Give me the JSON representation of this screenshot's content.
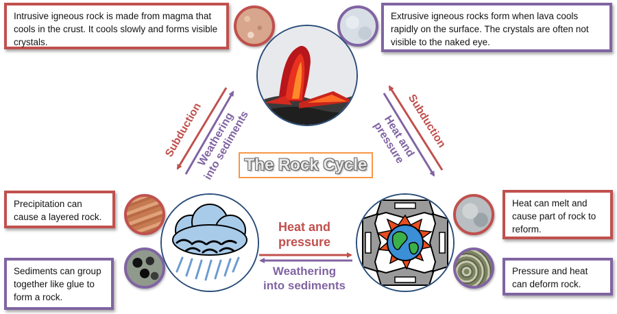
{
  "title": "The Rock Cycle",
  "boxes": {
    "intrusive": "Intrusive igneous rock is made from magma that cools in the crust. It cools slowly and forms visible crystals.",
    "extrusive": "Extrusive igneous rocks form when lava cools rapidly on the surface. The crystals are often not visible to the naked eye.",
    "precipitation": "Precipitation can cause a layered rock.",
    "sediments": "Sediments can group together like glue to form a rock.",
    "heat_melt": "Heat can melt and cause part of rock to reform.",
    "pressure_heat": "Pressure and heat can deform rock."
  },
  "arrows": {
    "left_subduction": "Subduction",
    "left_weathering_1": "Weathering",
    "left_weathering_2": "into sediments",
    "right_subduction": "Subduction",
    "right_heat_1": "Heat and",
    "right_heat_2": "pressure",
    "bottom_heat_1": "Heat and",
    "bottom_heat_2": "pressure",
    "bottom_weathering_1": "Weathering",
    "bottom_weathering_2": "into sediments"
  },
  "colors": {
    "red": "#c0504d",
    "purple": "#8064a2",
    "orange": "#f79646"
  },
  "icons": {
    "igneous": "volcano-lava-icon",
    "sedimentary": "rain-cloud-icon",
    "metamorphic": "earth-pressure-icon"
  }
}
